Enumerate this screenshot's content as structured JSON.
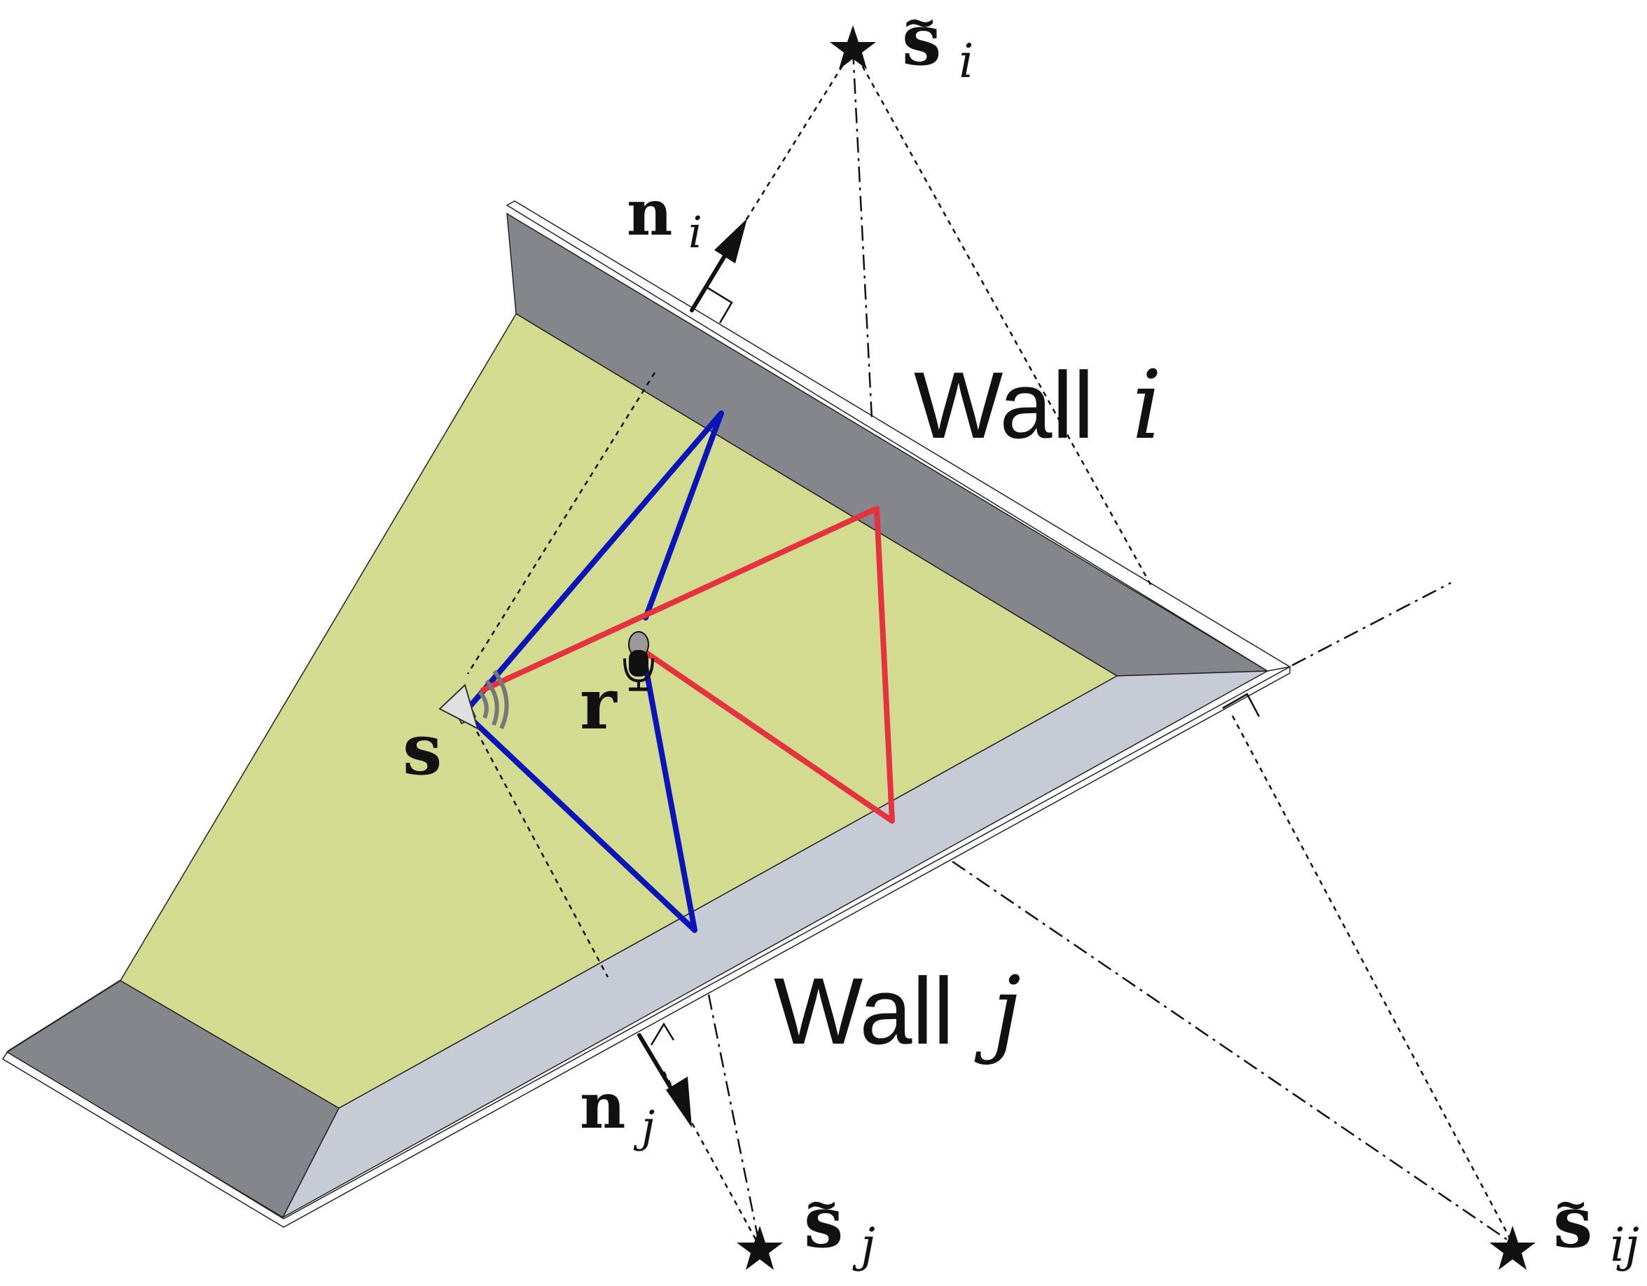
{
  "labels": {
    "wall_i_word": "Wall",
    "wall_i_index": "i",
    "wall_j_word": "Wall",
    "wall_j_index": "j",
    "normal_i_base": "n",
    "normal_i_index": "i",
    "normal_j_base": "n",
    "normal_j_index": "j",
    "image_i_base": "s",
    "image_i_tilde": "~",
    "image_i_index": "i",
    "image_j_base": "s",
    "image_j_tilde": "~",
    "image_j_index": "j",
    "image_ij_base": "s",
    "image_ij_tilde": "~",
    "image_ij_index": "ij",
    "source": "s",
    "receiver": "r"
  },
  "colors": {
    "floor": "#d2db90",
    "wall_i": "#85868b",
    "wall_j": "#c7cbd5",
    "wall_left": "#85868b",
    "blue_path": "#0a14b8",
    "red_path": "#e4323f"
  },
  "icons": {
    "source": "loudspeaker-icon",
    "receiver": "microphone-icon",
    "image_sources": "star-icon"
  }
}
